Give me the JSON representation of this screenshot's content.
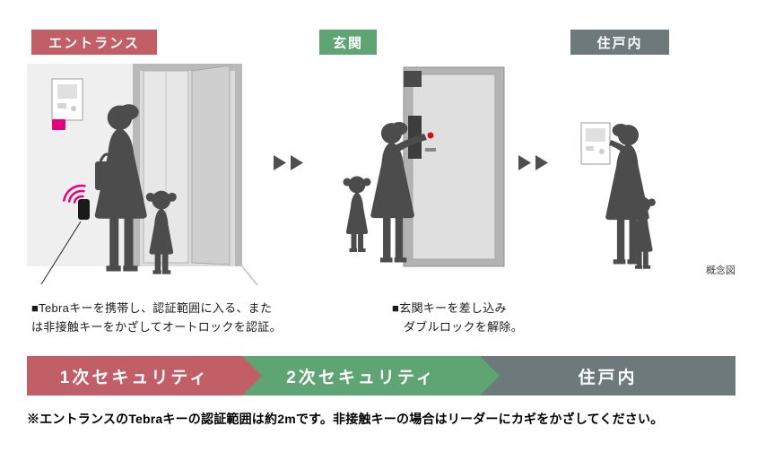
{
  "stage_badges": {
    "entrance": "エントランス",
    "front_door": "玄関",
    "inside": "住戸内"
  },
  "illustration": {
    "concept_note": "概念図"
  },
  "captions": {
    "entrance_note_line1": "■Tebraキーを携帯し、認証範囲に入る、また",
    "entrance_note_line2": "は非接触キーをかざしてオートロックを認証。",
    "door_note_line1": "■玄関キーを差し込み",
    "door_note_line2": "ダブルロックを解除。"
  },
  "security_flow": {
    "primary": "1次セキュリティ",
    "secondary": "2次セキュリティ",
    "inside": "住戸内"
  },
  "footnote": "※エントランスのTebraキーの認証範囲は約2mです。非接触キーの場合はリーダーにカギをかざしてください。",
  "colors": {
    "badge-red": "#c25f66",
    "badge-green": "#5fa473",
    "badge-gray": "#6e797b",
    "accent-pink": "#e4007f",
    "silhouette": "#4c4c4c"
  }
}
